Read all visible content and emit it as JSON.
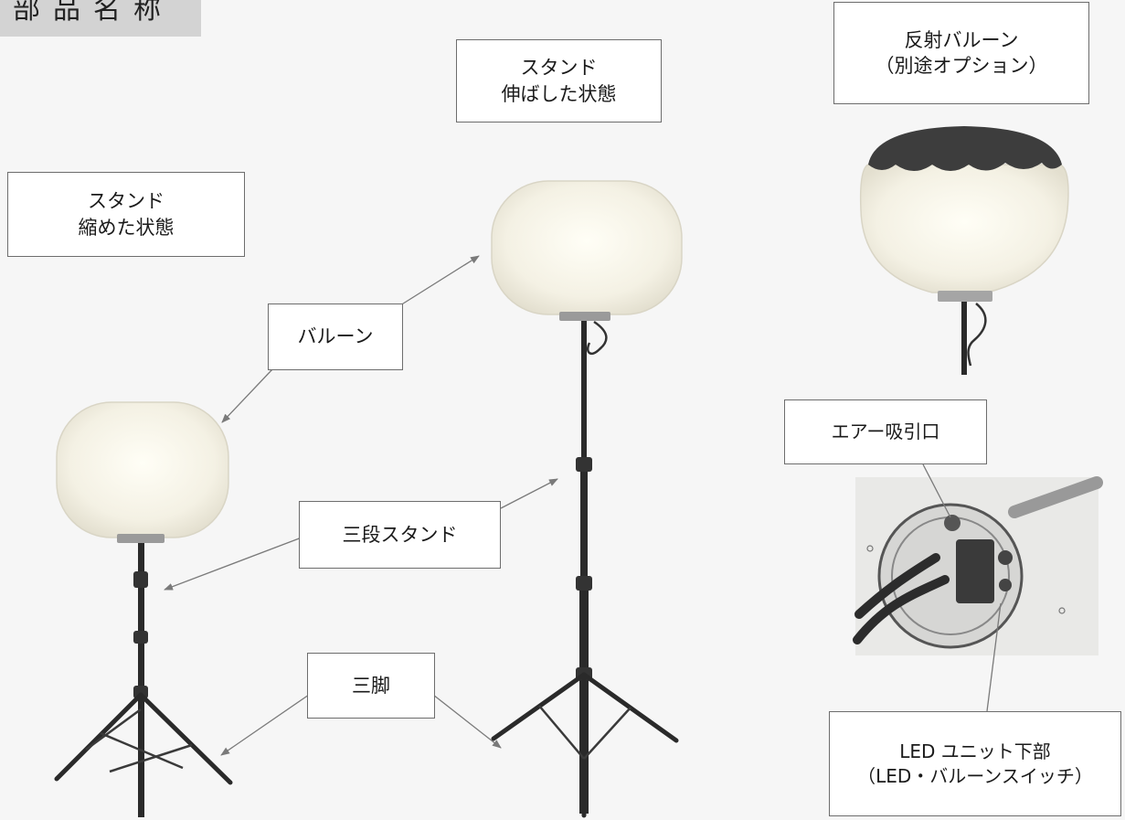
{
  "page_title": "部品名称",
  "labels": {
    "stand_retracted": {
      "line1": "スタンド",
      "line2": "縮めた状態"
    },
    "stand_extended": {
      "line1": "スタンド",
      "line2": "伸ばした状態"
    },
    "balloon": "バルーン",
    "three_stage_stand": "三段スタンド",
    "tripod": "三脚",
    "reflective_balloon": {
      "line1": "反射バルーン",
      "line2": "（別途オプション）"
    },
    "air_intake": "エアー吸引口",
    "led_unit_bottom": {
      "line1": "LED ユニット下部",
      "line2": "（LED・バルーンスイッチ）"
    }
  },
  "colors": {
    "background": "#f6f6f6",
    "balloon_fill": "#f4f1e4",
    "balloon_edge": "#d9d5c5",
    "reflective_cap": "#3d3d3d",
    "pole": "#2a2a2a",
    "arrow": "#7a7a7a",
    "callout_border": "#6d6d6d"
  }
}
